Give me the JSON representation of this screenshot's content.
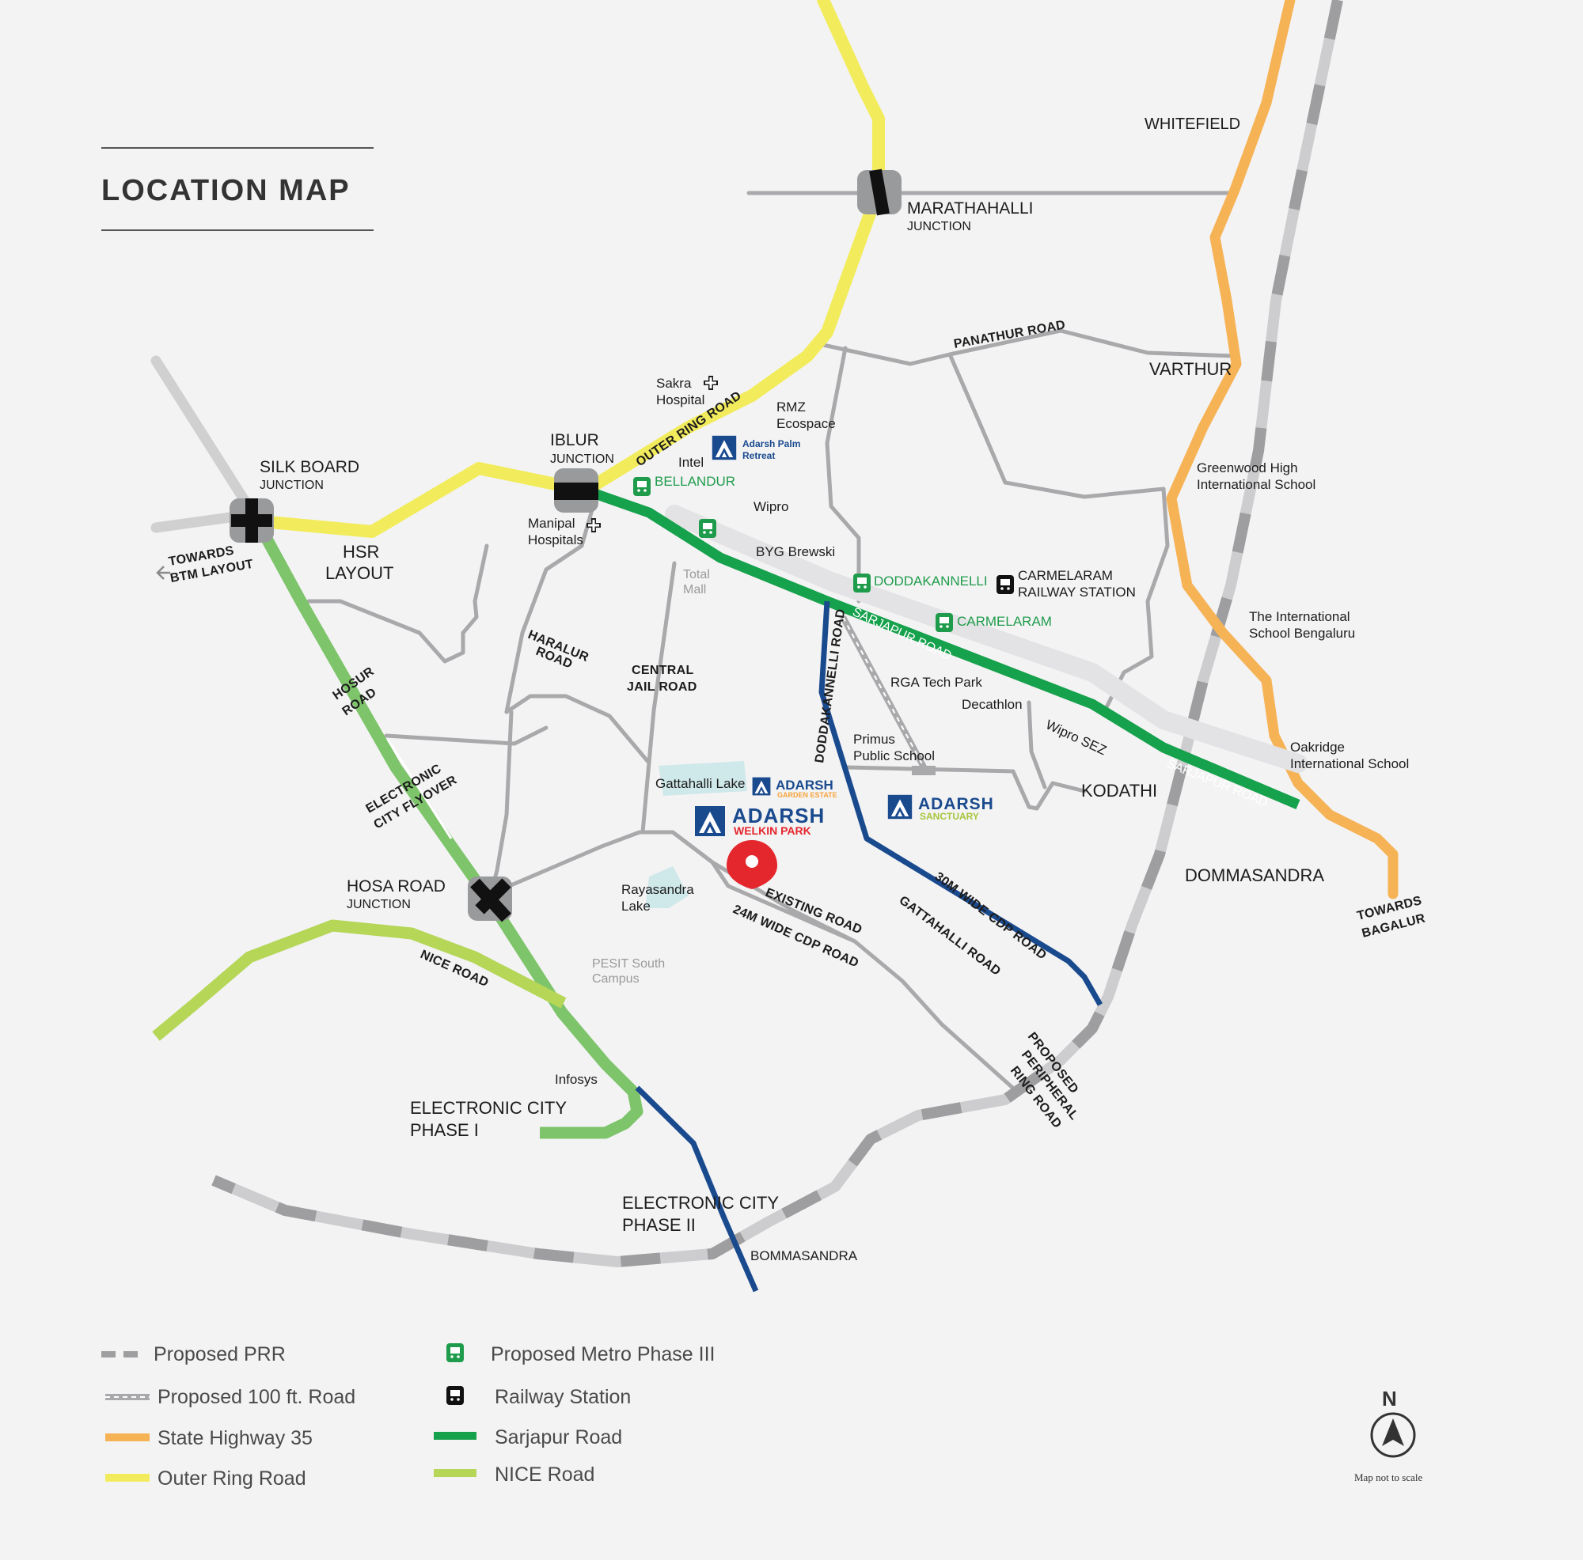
{
  "title": "LOCATION MAP",
  "areas": {
    "whitefield": "WHITEFIELD",
    "varthur": "VARTHUR",
    "hsr_line1": "HSR",
    "hsr_line2": "LAYOUT",
    "kodathi": "KODATHI",
    "dommasandra": "DOMMASANDRA",
    "ec1_line1": "ELECTRONIC CITY",
    "ec1_line2": "PHASE  I",
    "ec2_line1": "ELECTRONIC CITY",
    "ec2_line2": "PHASE II",
    "bommasandra": "BOMMASANDRA"
  },
  "junctions": {
    "marathahalli": {
      "name": "MARATHAHALLI",
      "sub": "JUNCTION"
    },
    "iblur": {
      "name": "IBLUR",
      "sub": "JUNCTION"
    },
    "silk_board": {
      "name": "SILK BOARD",
      "sub": "JUNCTION"
    },
    "hosa_road": {
      "name": "HOSA ROAD",
      "sub": "JUNCTION"
    }
  },
  "landmarks": {
    "sakra_1": "Sakra",
    "sakra_2": "Hospital",
    "rmz_1": "RMZ",
    "rmz_2": "Ecospace",
    "intel": "Intel",
    "wipro": "Wipro",
    "manipal_1": "Manipal",
    "manipal_2": "Hospitals",
    "byg": "BYG Brewski",
    "total_1": "Total",
    "total_2": "Mall",
    "greenwood_1": "Greenwood High",
    "greenwood_2": "International School",
    "intl_school_1": "The International",
    "intl_school_2": "School Bengaluru",
    "rga": "RGA Tech Park",
    "decathlon": "Decathlon",
    "primus_1": "Primus",
    "primus_2": "Public School",
    "wipro_sez": "Wipro SEZ",
    "oakridge_1": "Oakridge",
    "oakridge_2": "International School",
    "gattahalli_lake": "Gattahalli Lake",
    "rayasandra_1": "Rayasandra",
    "rayasandra_2": "Lake",
    "pesit_1": "PESIT South",
    "pesit_2": "Campus",
    "infosys": "Infosys",
    "carmelaram_rs_1": "CARMELARAM",
    "carmelaram_rs_2": "RAILWAY STATION"
  },
  "metro_stations": {
    "bellandur": "BELLANDUR",
    "doddakannelli": "DODDAKANNELLI",
    "carmelaram": "CARMELARAM"
  },
  "road_labels": {
    "outer_ring": "OUTER RING ROAD",
    "panathur": "PANATHUR ROAD",
    "sarjapur_1": "SARJAPUR ROAD",
    "sarjapur_2": "SARJAPUR ROAD",
    "haralur_1": "HARALUR",
    "haralur_2": "ROAD",
    "central_jail_1": "CENTRAL",
    "central_jail_2": "JAIL ROAD",
    "doddakannelli_road": "DODDAKANNELLI ROAD",
    "hosur_1": "HOSUR",
    "hosur_2": "ROAD",
    "ec_flyover_1": "ELECTRONIC",
    "ec_flyover_2": "CITY FLYOVER",
    "nice": "NICE ROAD",
    "existing": "EXISTING ROAD",
    "cdp24": "24M WIDE CDP ROAD",
    "cdp30": "30M WIDE CDP ROAD",
    "gattahalli": "GATTAHALLI ROAD",
    "prr_1": "PROPOSED",
    "prr_2": "PERIPHERAL",
    "prr_3": "RING ROAD",
    "btm_1": "TOWARDS",
    "btm_2": "BTM LAYOUT",
    "bagalur_1": "TOWARDS",
    "bagalur_2": "BAGALUR"
  },
  "projects": {
    "palm_retreat_1": "Adarsh Palm",
    "palm_retreat_2": "Retreat",
    "garden_estate_brand": "ADARSH",
    "garden_estate_sub": "GARDEN ESTATE",
    "welkin_brand": "ADARSH",
    "welkin_sub": "WELKIN PARK",
    "sanctuary_brand": "ADARSH",
    "sanctuary_sub": "SANCTUARY"
  },
  "legend": [
    {
      "label": "Proposed PRR"
    },
    {
      "label": "Proposed 100 ft. Road"
    },
    {
      "label": "State Highway 35"
    },
    {
      "label": "Outer Ring Road"
    },
    {
      "label": "Proposed Metro Phase III"
    },
    {
      "label": "Railway Station"
    },
    {
      "label": "Sarjapur Road"
    },
    {
      "label": "NICE Road"
    }
  ],
  "compass": {
    "letter": "N",
    "note": "Map not to scale"
  },
  "colors": {
    "background": "#f3f3f4",
    "outer_ring_road": "#f2ec5c",
    "state_highway_35": "#f6b356",
    "sarjapur_road": "#16a14c",
    "hosur_road": "#7dc46a",
    "nice_road": "#b5d657",
    "cdp_road": "#1a4a8e",
    "minor_road": "#a9a9ab",
    "prr": "#b9b9bb",
    "project_marker": "#e4262d",
    "metro": "#1f9c4b"
  }
}
